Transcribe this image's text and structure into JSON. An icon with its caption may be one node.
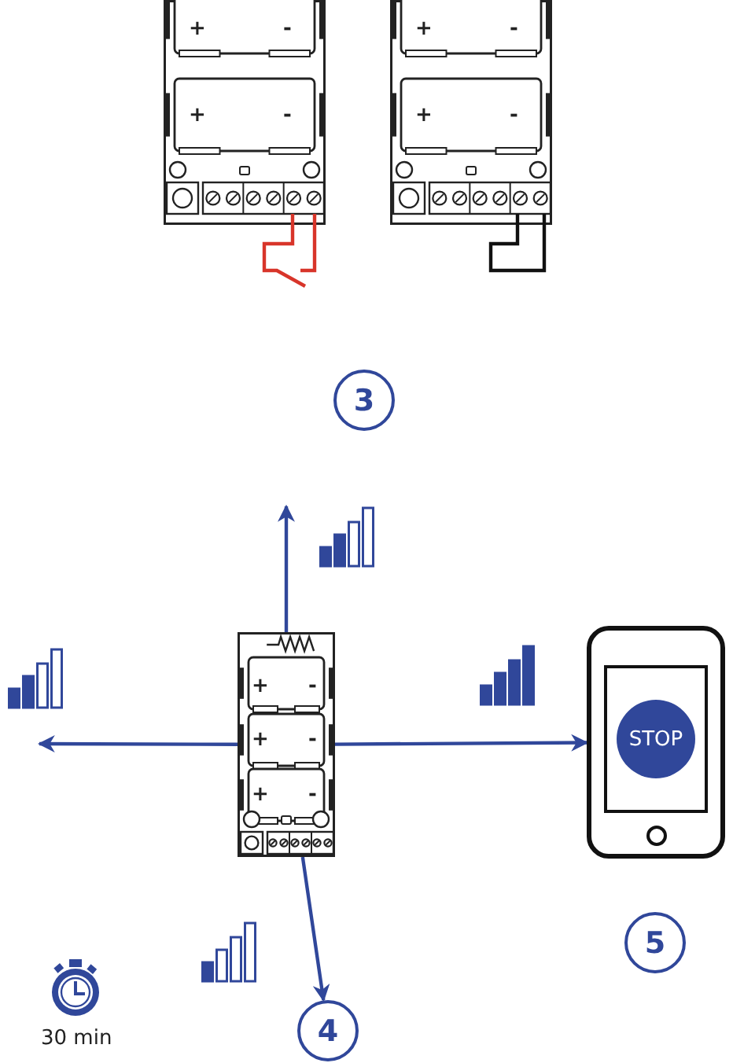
{
  "diagram": {
    "nodes": [
      {
        "text": [],
        "shape": "picture"
      },
      {
        "text": [
          "STOP"
        ]
      },
      {
        "text": [
          "3"
        ]
      },
      {
        "text": [
          "4"
        ]
      },
      {
        "text": [
          "5"
        ]
      }
    ],
    "edges": [
      {
        "from": 0,
        "to": null,
        "arrow": "to"
      },
      {
        "from": 0,
        "to": null,
        "arrow": "to"
      },
      {
        "from": 0,
        "to": 1,
        "arrow": "to"
      },
      {
        "from": 0,
        "to": 3,
        "arrow": "to"
      }
    ],
    "labels": [
      "+",
      "-",
      "+",
      "-",
      "+",
      "-",
      "+",
      "-",
      "+",
      "-",
      "+",
      "-",
      "+",
      "-",
      "30 min"
    ]
  }
}
